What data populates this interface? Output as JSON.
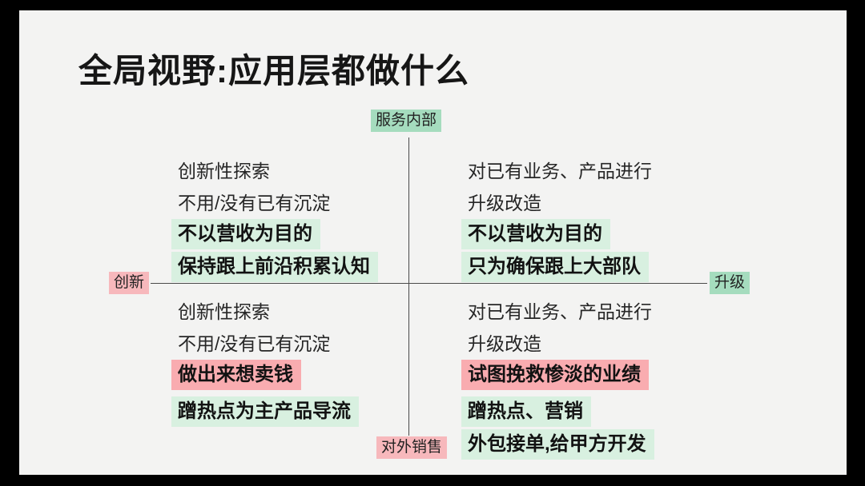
{
  "slide": {
    "title": "全局视野:应用层都做什么",
    "axis_labels": {
      "top": "服务内部",
      "bottom": "对外销售",
      "left": "创新",
      "right": "升级"
    },
    "quadrants": {
      "top_left": {
        "line1": "创新性探索",
        "line2": "不用/没有已有沉淀",
        "hl1": "不以营收为目的",
        "hl2": "保持跟上前沿积累认知"
      },
      "top_right": {
        "line1": "对已有业务、产品进行",
        "line2": "升级改造",
        "hl1": "不以营收为目的",
        "hl2": "只为确保跟上大部队"
      },
      "bottom_left": {
        "line1": "创新性探索",
        "line2": "不用/没有已有沉淀",
        "hl1": "做出来想卖钱",
        "hl2": "蹭热点为主产品导流"
      },
      "bottom_right": {
        "line1": "对已有业务、产品进行",
        "line2": "升级改造",
        "hl1": "试图挽救惨淡的业绩",
        "hl2": "蹭热点、营销",
        "hl3": "外包接单,给甲方开发"
      }
    },
    "colors": {
      "canvas_background": "#000000",
      "slide_background": "#f3f3f2",
      "axis_line": "#4a4a4a",
      "label_green": "#a5dcbe",
      "label_pink": "#f7b8bc",
      "highlight_green": "#d8f0e0",
      "highlight_pink": "#f9acb0"
    }
  }
}
